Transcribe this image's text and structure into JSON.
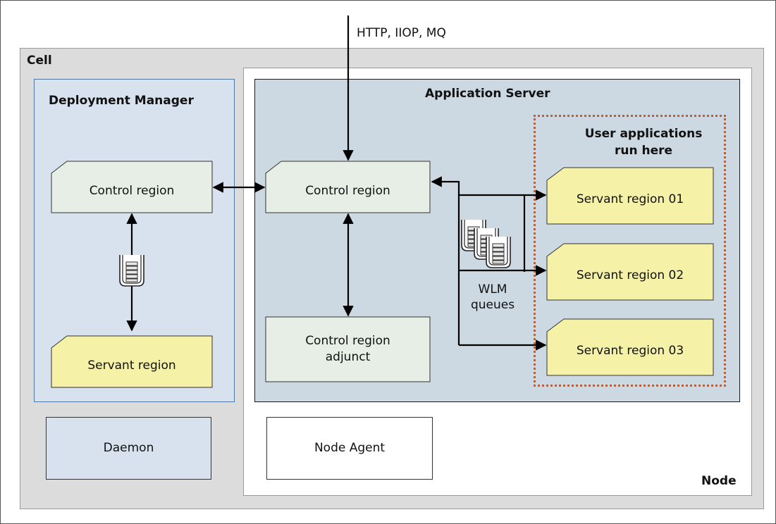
{
  "protocols_label": "HTTP, IIOP, MQ",
  "cell": {
    "label": "Cell"
  },
  "node": {
    "label": "Node"
  },
  "deployment_manager": {
    "title": "Deployment Manager",
    "control_region": "Control region",
    "servant_region": "Servant region"
  },
  "application_server": {
    "title": "Application Server",
    "control_region": "Control region",
    "control_region_adjunct": "Control region\nadjunct",
    "user_apps_title": "User applications\nrun here",
    "servant_regions": [
      "Servant region 01",
      "Servant region 02",
      "Servant region 03"
    ],
    "wlm_label": "WLM\nqueues"
  },
  "daemon": {
    "label": "Daemon"
  },
  "node_agent": {
    "label": "Node Agent"
  },
  "colors": {
    "cell_bg": "#dcdcdc",
    "dm_bg": "#d8e2ee",
    "as_bg": "#ccd9e2",
    "control_region_bg": "#e6eee6",
    "servant_region_bg": "#f5f2a8",
    "user_apps_border": "#d9551f"
  }
}
